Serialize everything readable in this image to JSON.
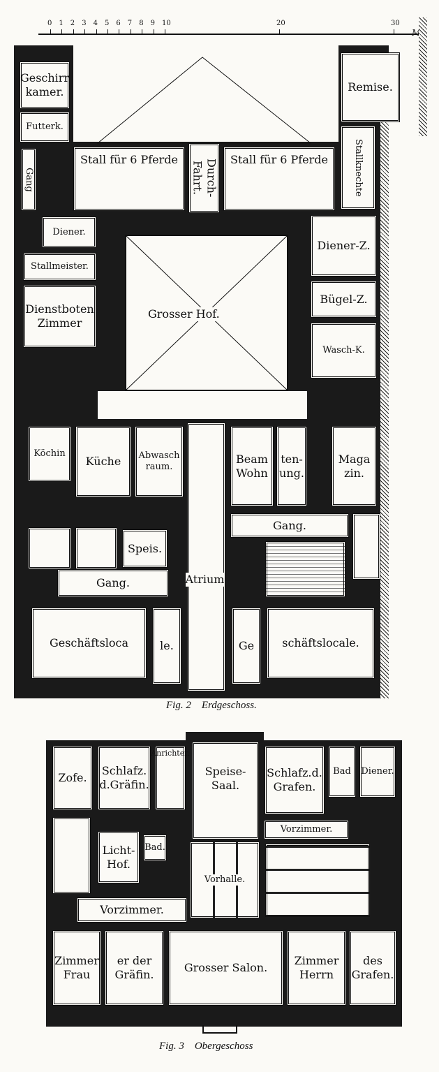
{
  "scale_bar": {
    "ticks": [
      "0",
      "1",
      "2",
      "3",
      "4",
      "5",
      "6",
      "7",
      "8",
      "9",
      "10",
      "20",
      "30"
    ],
    "unit": "M."
  },
  "fig2": {
    "caption": "Fig. 2    Erdgeschoss.",
    "rooms": {
      "geschirrkammer": "Geschirr\nkamer.",
      "futterkammer": "Futterk.",
      "gang_stable": "Gang",
      "stall_left": "Stall für 6 Pferde",
      "durchfahrt": "Durch-Fahrt.",
      "stall_right": "Stall für 6 Pferde",
      "remise": "Remise.",
      "stallknechte": "Stallknechte",
      "diener": "Diener.",
      "stallmeister": "Stallmeister.",
      "dienstboten": "Dienstboten\nZimmer",
      "grosser_hof": "Grosser Hof.",
      "diener_z": "Diener-Z.",
      "buegel_z": "Bügel-Z.",
      "wasch_k": "Wasch-K.",
      "koechin": "Köchin",
      "kueche": "Küche",
      "abwaschraum": "Abwasch\nraum.",
      "beamten_a": "Beam\nWohn",
      "beamten_b": "ten-\nung.",
      "magazin": "Maga\nzin.",
      "gang_right": "Gang.",
      "speis": "Speis.",
      "atrium": "Atrium",
      "gang_left": "Gang.",
      "geschaeft_left_a": "Geschäftsloca",
      "geschaeft_left_b": "le.",
      "geschaeft_right_a": "Ge",
      "geschaeft_right_b": "schäftslocale."
    }
  },
  "fig3": {
    "caption": "Fig. 3    Obergeschoss",
    "rooms": {
      "zofe": "Zofe.",
      "schlafz_graefin": "Schlafz.\nd.Gräfin.",
      "anrichter": "Anrichter.",
      "speisesaal": "Speise-\nSaal.",
      "schlafz_grafen": "Schlafz.d.\nGrafen.",
      "bad_right": "Bad",
      "diener": "Diener.",
      "vorzimmer_right": "Vorzimmer.",
      "lichthof": "Licht-\nHof.",
      "bad_left": "Bad.",
      "vorhalle": "Vorhalle.",
      "vorzimmer_left": "Vorzimmer.",
      "zimmer_frau_a": "Zimmer\nFrau",
      "zimmer_frau_b": "er der\nGräfin.",
      "grosser_salon": "Grosser Salon.",
      "zimmer_herrn_a": "Zimmer\nHerrn",
      "zimmer_herrn_b": "des\nGrafen."
    }
  }
}
